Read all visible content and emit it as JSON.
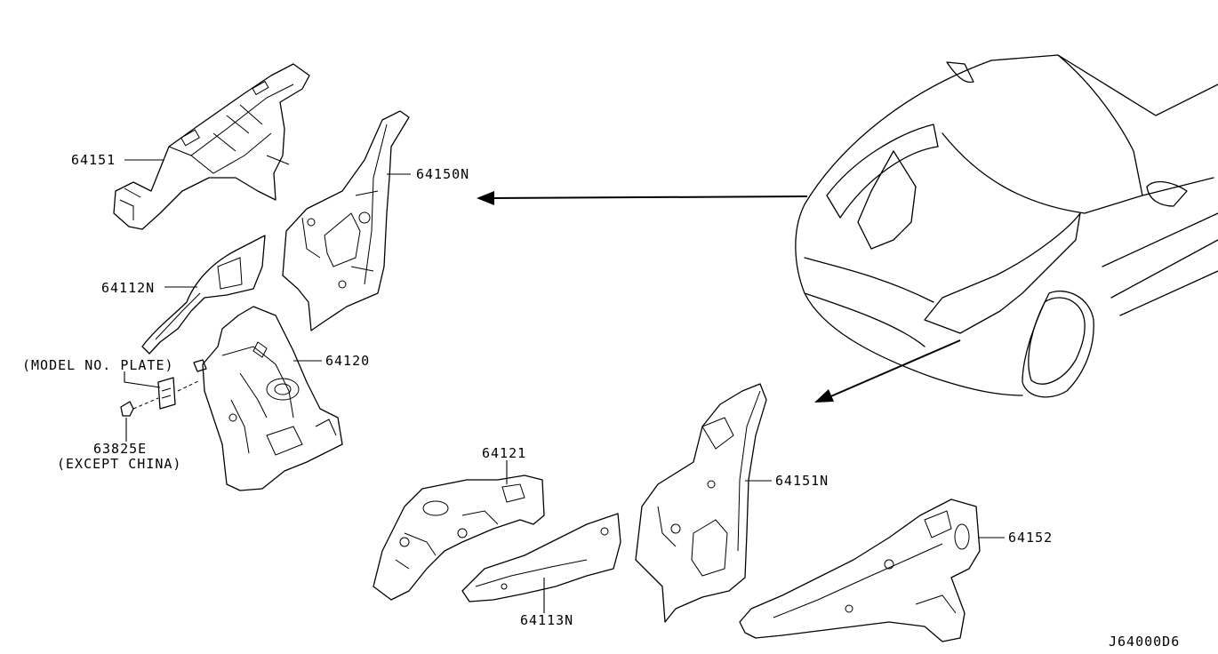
{
  "callouts": {
    "p64151": "64151",
    "p64150N": "64150N",
    "p64112N": "64112N",
    "p64120": "64120",
    "model_plate": "(MODEL NO. PLATE)",
    "p63825E": "63825E",
    "except_china": "(EXCEPT CHINA)",
    "p64121": "64121",
    "p64151N": "64151N",
    "p64152": "64152",
    "p64113N": "64113N"
  },
  "diagram_code": "J64000D6"
}
